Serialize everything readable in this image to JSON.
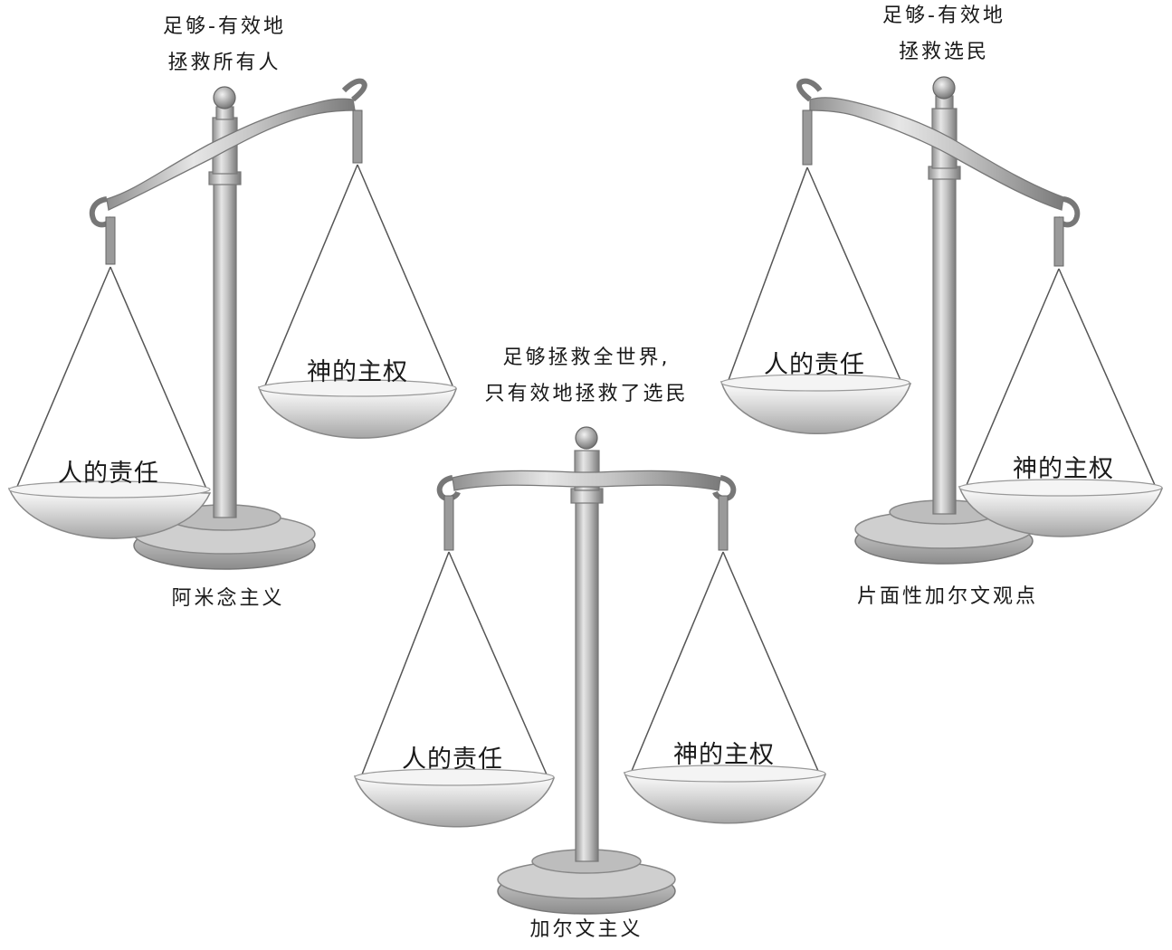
{
  "scales": [
    {
      "id": "arminianism",
      "top_caption": [
        "足够-有效地",
        "拯救所有人"
      ],
      "left_pan_label": "人的责任",
      "right_pan_label": "神的主权",
      "bottom_caption": "阿米念主义"
    },
    {
      "id": "hyper-calvinism",
      "top_caption": [
        "足够-有效地",
        "拯救选民"
      ],
      "left_pan_label": "人的责任",
      "right_pan_label": "神的主权",
      "bottom_caption": "片面性加尔文观点"
    },
    {
      "id": "calvinism",
      "top_caption": [
        "足够拯救全世界,",
        "只有效地拯救了选民"
      ],
      "left_pan_label": "人的责任",
      "right_pan_label": "神的主权",
      "bottom_caption": "加尔文主义"
    }
  ]
}
